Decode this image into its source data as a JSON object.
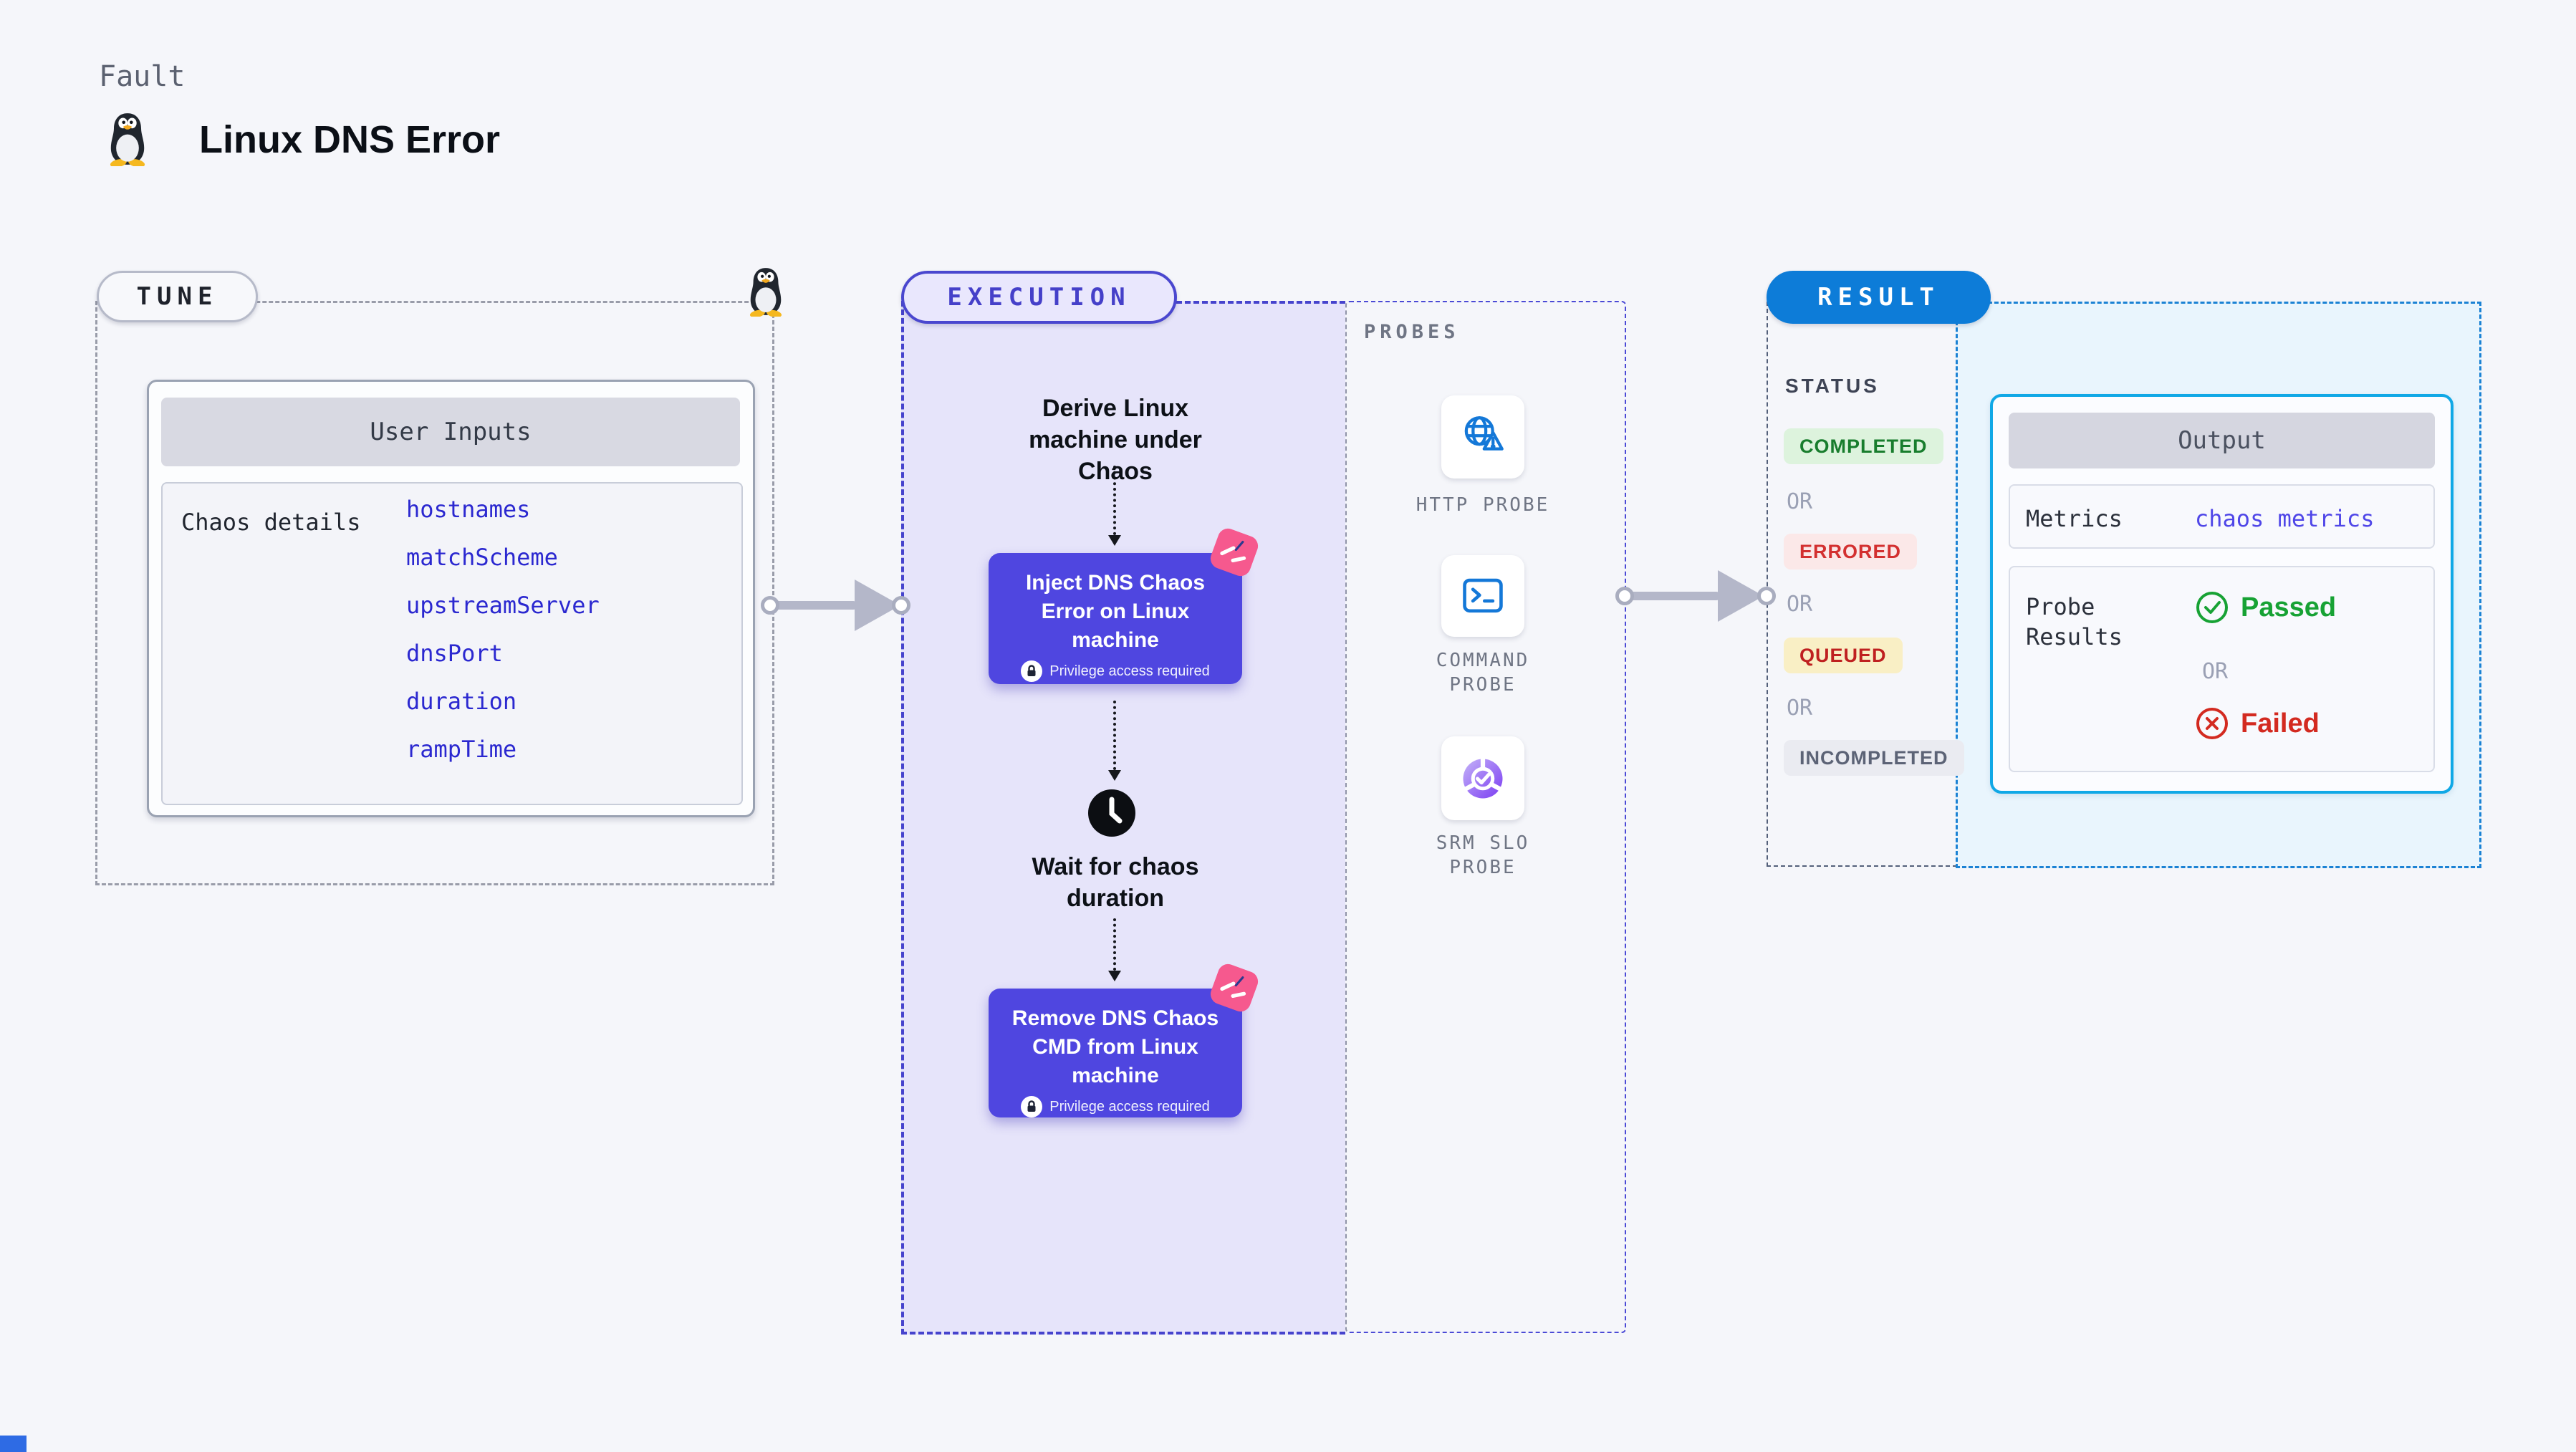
{
  "header": {
    "eyebrow": "Fault",
    "title": "Linux DNS Error",
    "icon": "tux-penguin"
  },
  "tune": {
    "label": "TUNE",
    "user_inputs": {
      "title": "User Inputs",
      "row_label": "Chaos details",
      "values": [
        "hostnames",
        "matchScheme",
        "upstreamServer",
        "dnsPort",
        "duration",
        "rampTime"
      ],
      "value_color": "#2b28d0"
    }
  },
  "execution": {
    "label": "EXECUTION",
    "accent_color": "#4f46e0",
    "derive_step": "Derive Linux machine under Chaos",
    "inject_step": {
      "title": "Inject DNS Chaos Error on Linux machine",
      "note": "Privilege access required"
    },
    "wait_step": "Wait for chaos duration",
    "remove_step": {
      "title": "Remove DNS Chaos CMD from Linux machine",
      "note": "Privilege access required"
    }
  },
  "probes": {
    "label": "PROBES",
    "items": [
      {
        "name": "HTTP PROBE",
        "icon": "globe-alert-icon"
      },
      {
        "name": "COMMAND PROBE",
        "icon": "terminal-icon"
      },
      {
        "name": "SRM SLO PROBE",
        "icon": "slo-donut-icon"
      }
    ]
  },
  "result": {
    "label": "RESULT",
    "status_title": "STATUS",
    "or_label": "OR",
    "statuses": [
      {
        "label": "COMPLETED",
        "bg": "#ddf3dd",
        "color": "#187d2d"
      },
      {
        "label": "ERRORED",
        "bg": "#fbe8e8",
        "color": "#d33030"
      },
      {
        "label": "QUEUED",
        "bg": "#f9efc5",
        "color": "#bf2020"
      },
      {
        "label": "INCOMPLETED",
        "bg": "#eaebf1",
        "color": "#5c6376"
      }
    ],
    "output": {
      "title": "Output",
      "metrics_label": "Metrics",
      "metrics_value": "chaos metrics",
      "metrics_value_color": "#4f46e8",
      "probe_results_label": "Probe Results",
      "passed": "Passed",
      "passed_color": "#17a234",
      "or": "OR",
      "failed": "Failed",
      "failed_color": "#d32a20"
    }
  }
}
